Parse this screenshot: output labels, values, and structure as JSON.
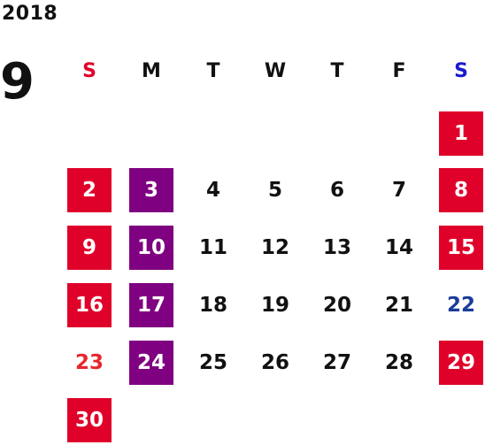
{
  "calendar": {
    "year": "2018",
    "month": "9",
    "weekdays": [
      {
        "label": "S",
        "color": "#e0012a"
      },
      {
        "label": "M",
        "color": "#111111"
      },
      {
        "label": "T",
        "color": "#111111"
      },
      {
        "label": "W",
        "color": "#111111"
      },
      {
        "label": "T",
        "color": "#111111"
      },
      {
        "label": "F",
        "color": "#111111"
      },
      {
        "label": "S",
        "color": "#1a1acc"
      }
    ],
    "weeks": [
      [
        null,
        null,
        null,
        null,
        null,
        null,
        {
          "label": "1",
          "style": "red-box"
        }
      ],
      [
        {
          "label": "2",
          "style": "red-box"
        },
        {
          "label": "3",
          "style": "purple-box"
        },
        {
          "label": "4",
          "style": "plain"
        },
        {
          "label": "5",
          "style": "plain"
        },
        {
          "label": "6",
          "style": "plain"
        },
        {
          "label": "7",
          "style": "plain"
        },
        {
          "label": "8",
          "style": "red-box"
        }
      ],
      [
        {
          "label": "9",
          "style": "red-box"
        },
        {
          "label": "10",
          "style": "purple-box"
        },
        {
          "label": "11",
          "style": "plain"
        },
        {
          "label": "12",
          "style": "plain"
        },
        {
          "label": "13",
          "style": "plain"
        },
        {
          "label": "14",
          "style": "plain"
        },
        {
          "label": "15",
          "style": "red-box"
        }
      ],
      [
        {
          "label": "16",
          "style": "red-box"
        },
        {
          "label": "17",
          "style": "purple-box"
        },
        {
          "label": "18",
          "style": "plain"
        },
        {
          "label": "19",
          "style": "plain"
        },
        {
          "label": "20",
          "style": "plain"
        },
        {
          "label": "21",
          "style": "plain"
        },
        {
          "label": "22",
          "style": "blue-text"
        }
      ],
      [
        {
          "label": "23",
          "style": "red-text"
        },
        {
          "label": "24",
          "style": "purple-box"
        },
        {
          "label": "25",
          "style": "plain"
        },
        {
          "label": "26",
          "style": "plain"
        },
        {
          "label": "27",
          "style": "plain"
        },
        {
          "label": "28",
          "style": "plain"
        },
        {
          "label": "29",
          "style": "red-box"
        }
      ],
      [
        {
          "label": "30",
          "style": "red-box"
        },
        null,
        null,
        null,
        null,
        null,
        null
      ]
    ]
  }
}
